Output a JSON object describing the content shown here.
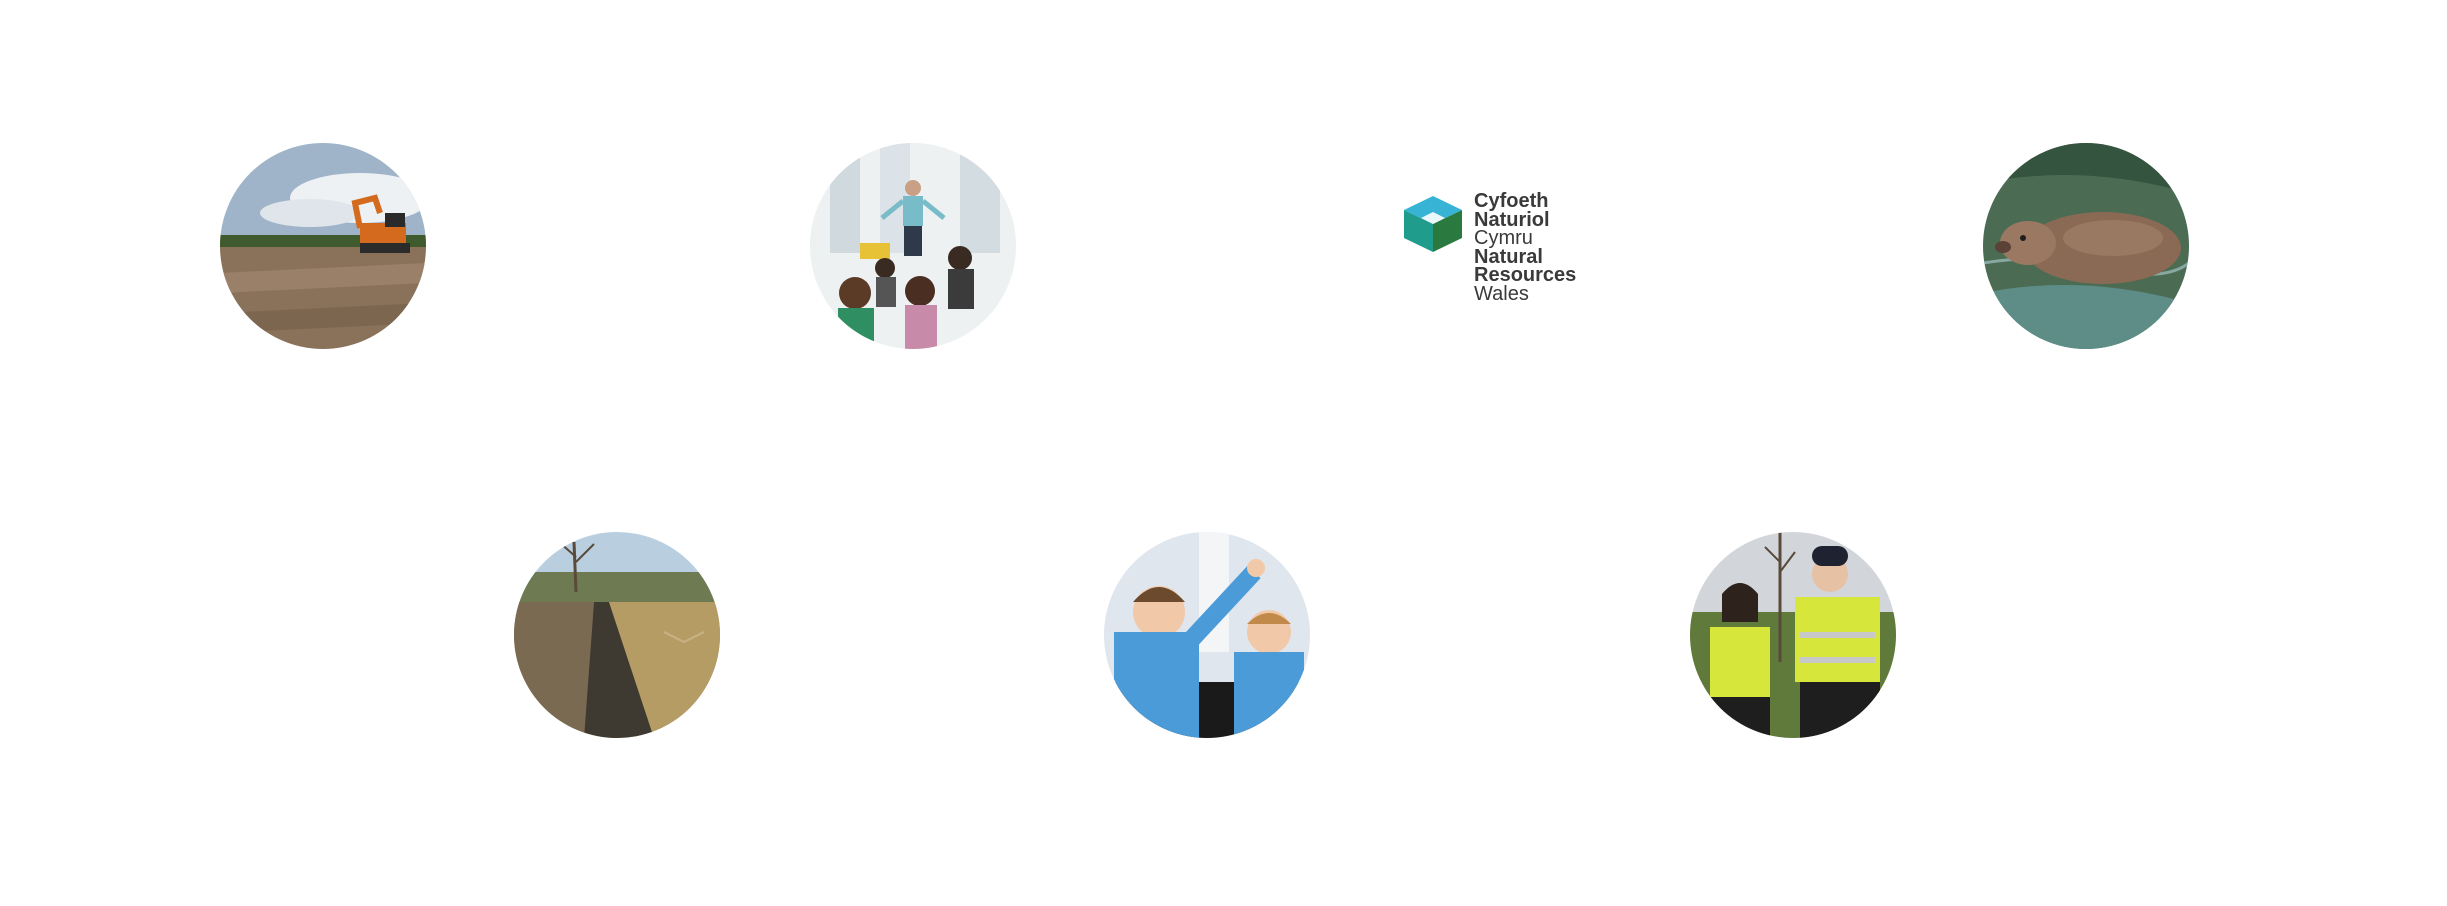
{
  "logo": {
    "lines": [
      {
        "text": "Cyfoeth",
        "weight": "bold"
      },
      {
        "text": "Naturiol",
        "weight": "bold"
      },
      {
        "text": "Cymru",
        "weight": "regular"
      },
      {
        "text": "Natural",
        "weight": "bold"
      },
      {
        "text": "Resources",
        "weight": "bold"
      },
      {
        "text": "Wales",
        "weight": "regular"
      }
    ],
    "colors": {
      "mark_light": "#37b3d6",
      "mark_teal": "#1f9c8c",
      "mark_green": "#2a7a3f",
      "text": "#3a3a3a"
    }
  },
  "photos": [
    {
      "subject": "excavator-on-cleared-land"
    },
    {
      "subject": "presentation-to-audience"
    },
    {
      "subject": "beaver-swimming"
    },
    {
      "subject": "drainage-ditch-in-field"
    },
    {
      "subject": "schoolchildren-raising-hands"
    },
    {
      "subject": "volunteers-planting-tree"
    }
  ]
}
